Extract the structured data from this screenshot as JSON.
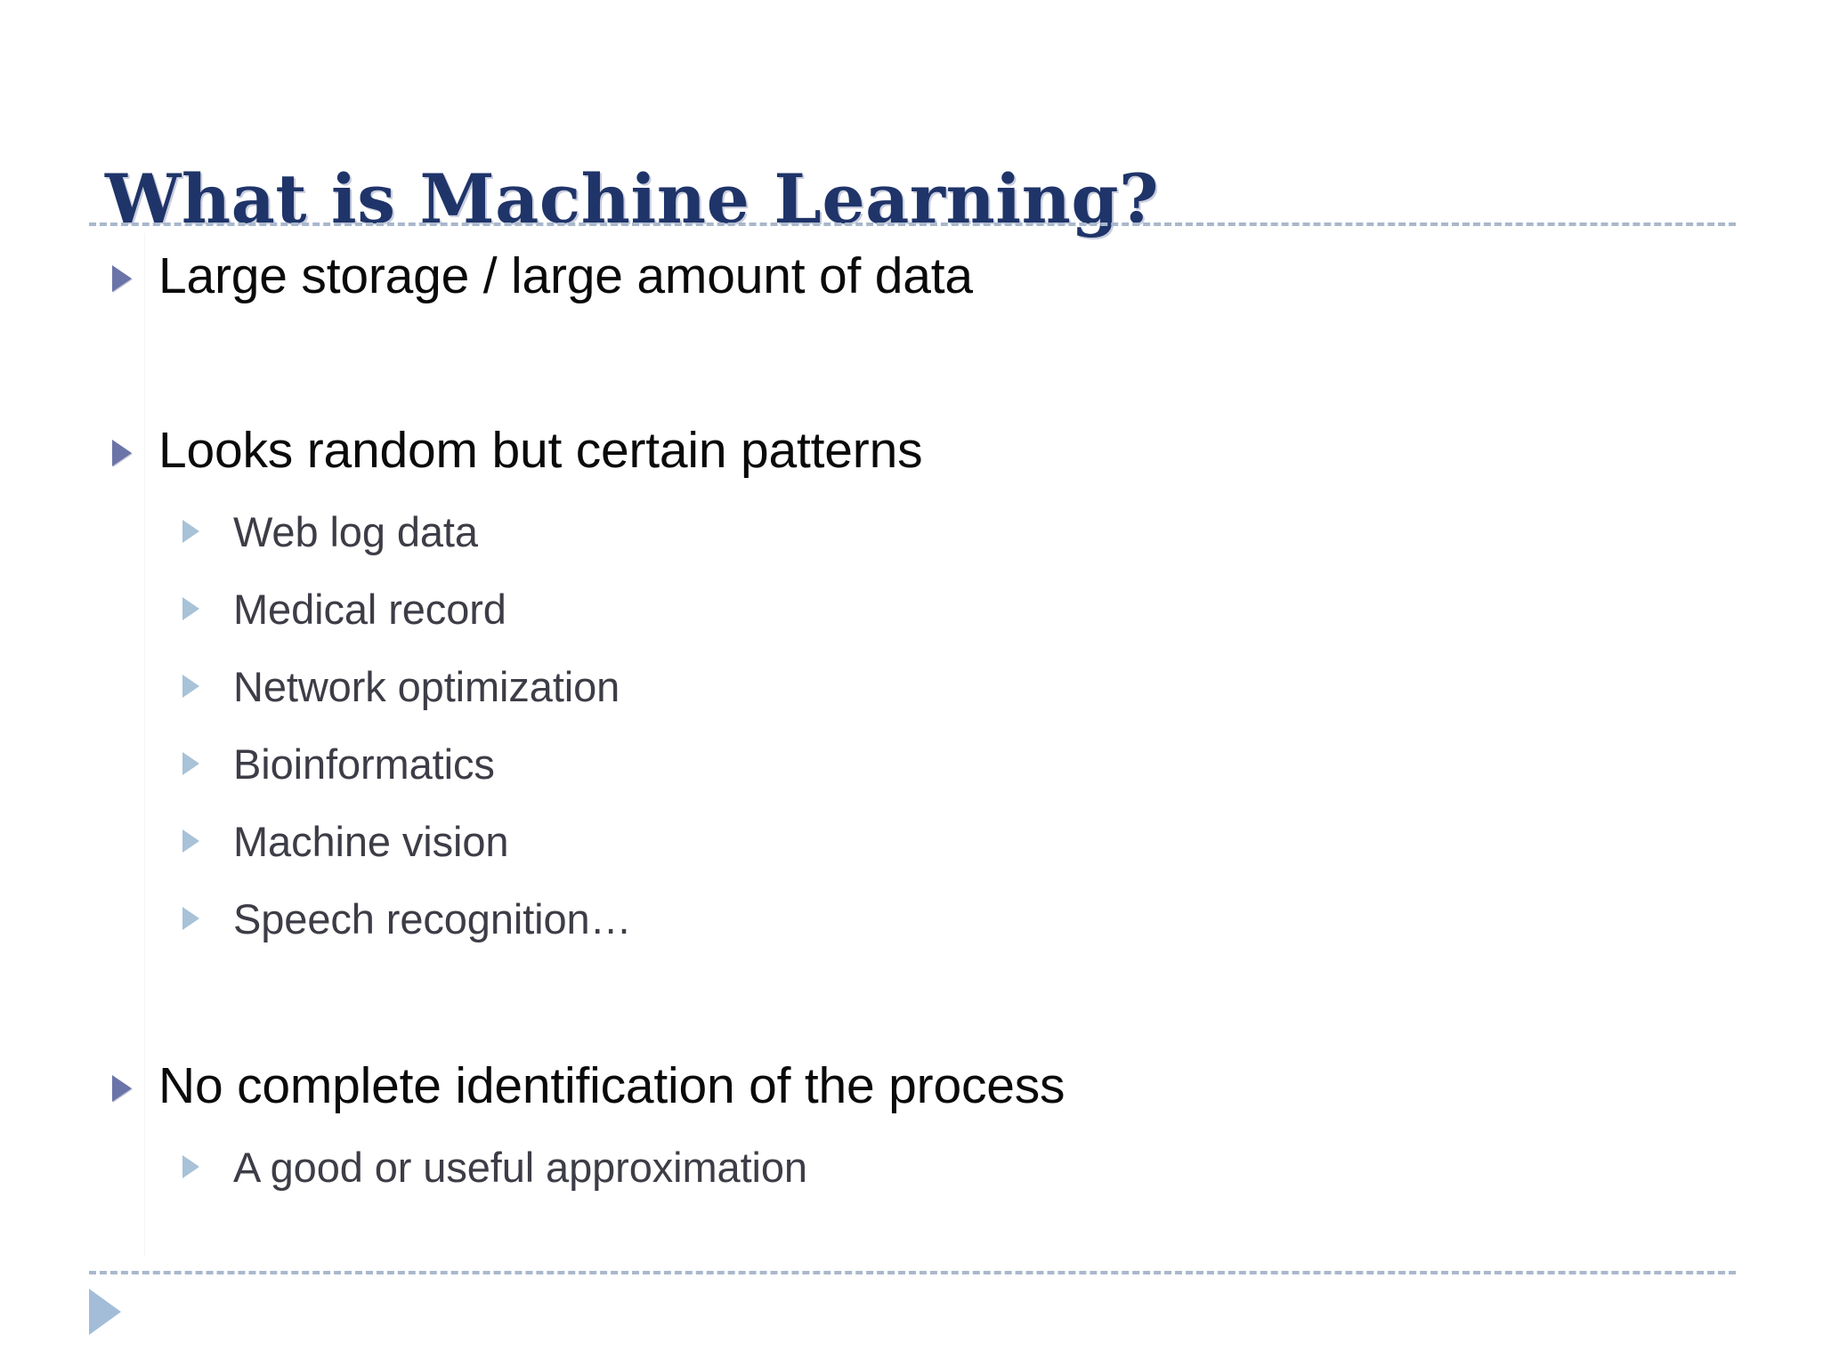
{
  "slide": {
    "title": "What is Machine Learning?",
    "colors": {
      "title": "#1F3469",
      "level1_bullet": "#6B74A8",
      "level2_bullet": "#A8C2D8",
      "level1_text": "#0A0A0A",
      "level2_text": "#3D3D47",
      "rule": "#A9B8CC",
      "bottom_triangle": "#A3BDD8",
      "background": "#FFFFFF"
    },
    "body": [
      {
        "level": 1,
        "text": "Large storage / large amount of data",
        "children": []
      },
      {
        "level": 1,
        "text": "Looks random but certain patterns",
        "children": [
          {
            "level": 2,
            "text": "Web log data"
          },
          {
            "level": 2,
            "text": "Medical record"
          },
          {
            "level": 2,
            "text": "Network optimization"
          },
          {
            "level": 2,
            "text": "Bioinformatics"
          },
          {
            "level": 2,
            "text": "Machine vision"
          },
          {
            "level": 2,
            "text": "Speech recognition…"
          }
        ]
      },
      {
        "level": 1,
        "text": "No complete identification of the process",
        "children": [
          {
            "level": 2,
            "text": "A good or useful approximation"
          }
        ]
      }
    ]
  }
}
